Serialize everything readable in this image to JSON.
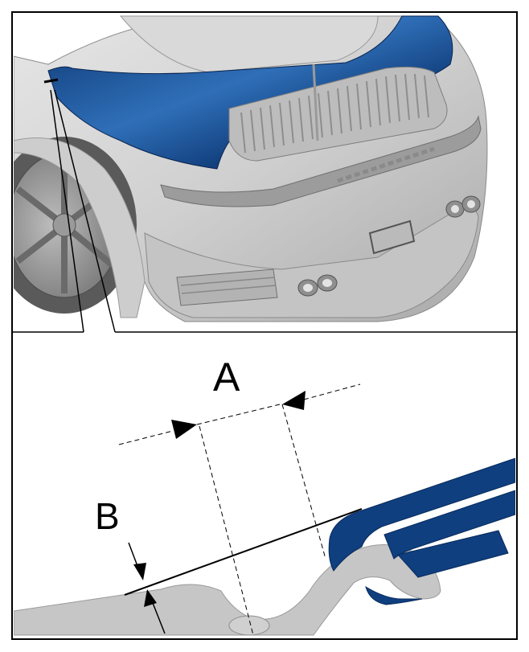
{
  "figure": {
    "top_panel": {
      "subject": "car-rear-illustration",
      "highlight_color": "#0f3f7f"
    },
    "detail_panel": {
      "label_a": "A",
      "label_b": "B",
      "cover_color": "#0f3f7f",
      "body_panel_color": "#c6c6c6"
    }
  }
}
